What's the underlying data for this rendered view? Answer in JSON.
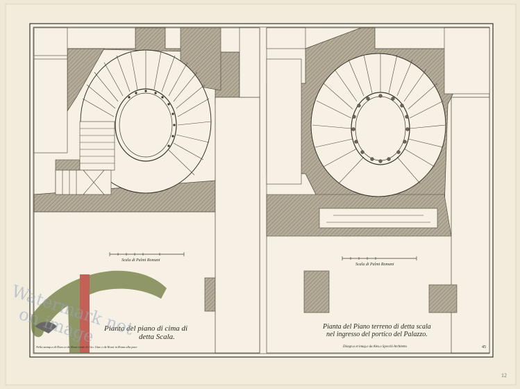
{
  "left_plate": {
    "title_line1": "Pianta del piano di cima di",
    "title_line2": "detta Scala.",
    "scale_label": "Scala di Palmi Romani",
    "credit": "Nella stamp.a di Dom.co de Rossi erede di Gio. Giac.o de Rossi in Roma alla pace"
  },
  "right_plate": {
    "title_line1": "Pianta del Piano terreno di detta scala",
    "title_line2": "nel ingresso del portico del Palazzo.",
    "scale_label": "Scala di Palmi Romani",
    "credit": "Disegn.o et intag.o da Alex.o Specchi Architetto",
    "plate_number": "45"
  },
  "sheet_number": "12",
  "watermark": {
    "line1": "Watermark not",
    "line2": "on image"
  }
}
